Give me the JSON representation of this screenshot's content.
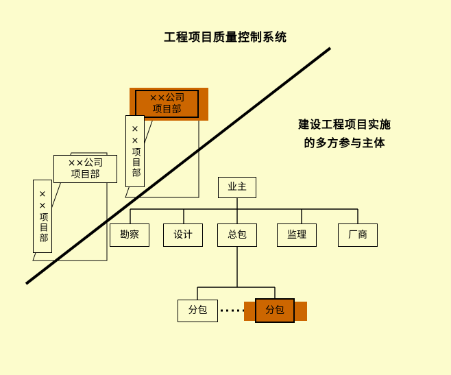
{
  "page": {
    "title": "工程项目质量控制系统",
    "side_caption_line1": "建设工程项目实施",
    "side_caption_line2": "的多方参与主体",
    "background_color": "#FCFCCC",
    "highlight_color": "#CC6600",
    "line_color": "#000000"
  },
  "layers": {
    "front_company_box": "××公司\n项目部",
    "front_project_box": "××项目部",
    "middle_company_box": "××公司\n项目部",
    "back_project_box": "××项目部"
  },
  "org_chart": {
    "root": {
      "label": "业主"
    },
    "level2": [
      {
        "label": "勘察"
      },
      {
        "label": "设计"
      },
      {
        "label": "总包"
      },
      {
        "label": "监理"
      },
      {
        "label": "厂商"
      }
    ],
    "level3": [
      {
        "label": "分包",
        "highlighted": "false"
      },
      {
        "label": "分包",
        "highlighted": "true"
      }
    ]
  }
}
